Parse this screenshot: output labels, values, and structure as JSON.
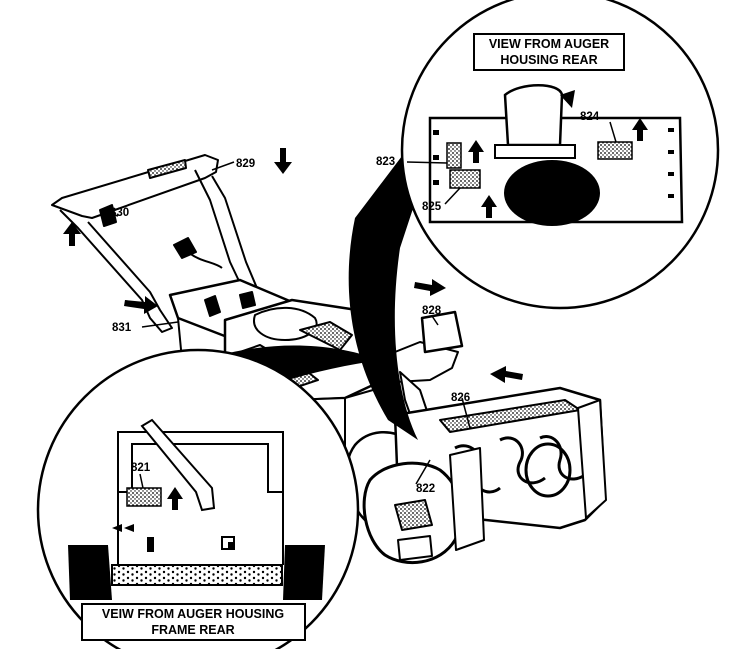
{
  "captions": {
    "top_line1": "VIEW FROM AUGER",
    "top_line2": "HOUSING REAR",
    "bottom_line1": "VEIW FROM AUGER HOUSING",
    "bottom_line2": "FRAME REAR"
  },
  "callouts": {
    "c821": "821",
    "c822": "822",
    "c823": "823",
    "c824": "824",
    "c825": "825",
    "c826": "826",
    "c828": "828",
    "c829": "829",
    "c830": "830",
    "c831": "831"
  }
}
